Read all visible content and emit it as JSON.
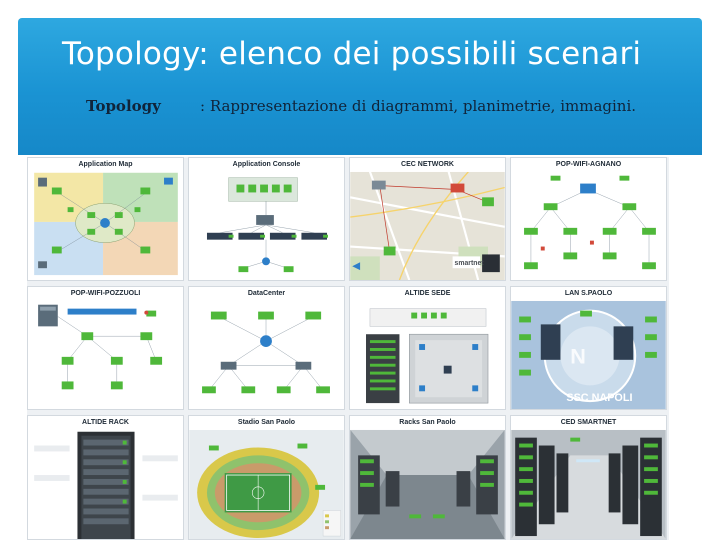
{
  "slide": {
    "title": "Topology: elenco dei possibili scenari",
    "subtitle_term": "Topology",
    "subtitle_desc": ": Rappresentazione di diagrammi, planimetrie, immagini."
  },
  "tiles": [
    {
      "title": "Application Map"
    },
    {
      "title": "Application Console"
    },
    {
      "title": "CEC  NETWORK",
      "brand": "smartnet"
    },
    {
      "title": "POP-WIFI-AGNANO"
    },
    {
      "title": "POP-WIFI-POZZUOLI"
    },
    {
      "title": "DataCenter"
    },
    {
      "title": "ALTIDE  SEDE"
    },
    {
      "title": "LAN  S.PAOLO",
      "watermark": "SSC NAPOLI"
    },
    {
      "title": "ALTIDE  RACK"
    },
    {
      "title": "Stadio San Paolo"
    },
    {
      "title": "Racks San Paolo"
    },
    {
      "title": "CED  SMARTNET"
    }
  ],
  "colors": {
    "header_band": "#1a93d3",
    "node_green": "#4fb83a",
    "node_blue": "#2d7fc9",
    "link_line": "#7a8a96"
  }
}
